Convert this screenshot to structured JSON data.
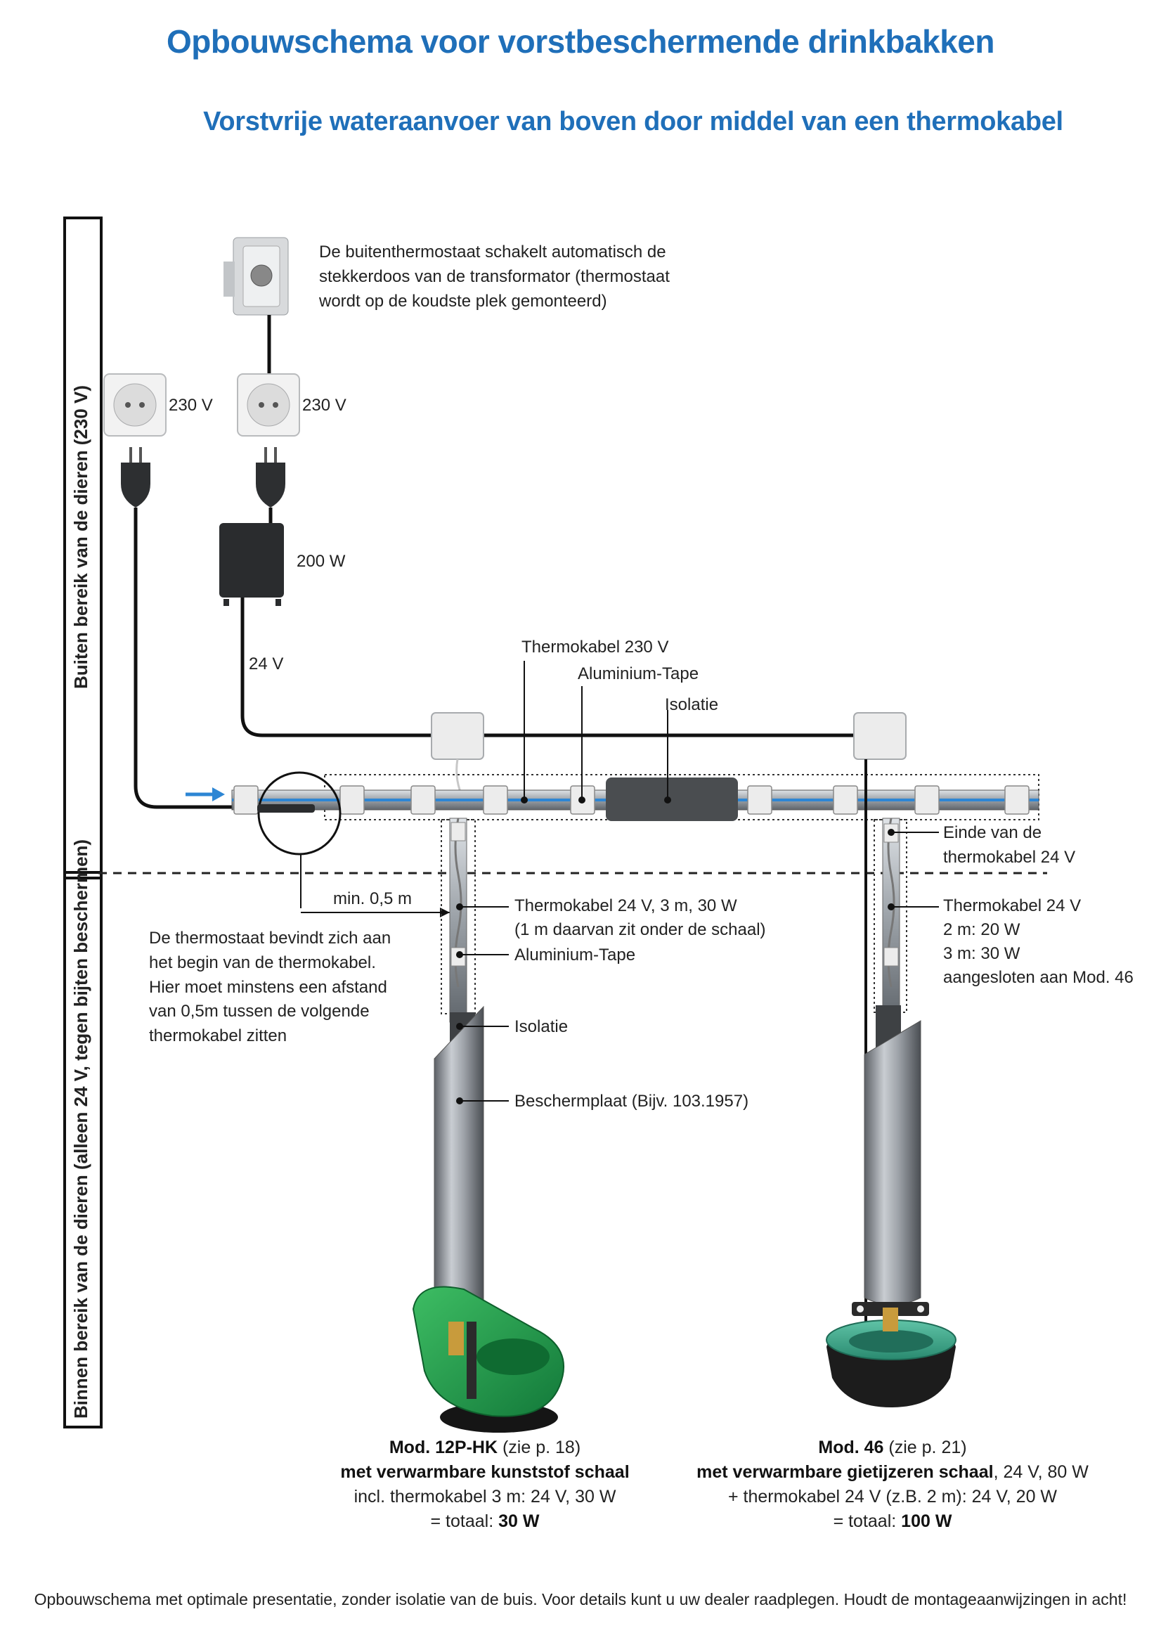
{
  "title": "Opbouwschema voor vorstbeschermende drinkbakken",
  "subtitle": "Vorstvrije wateraanvoer van boven door middel van een thermokabel",
  "zones": {
    "outside": "Buiten bereik van de dieren (230 V)",
    "inside": "Binnen bereik van de dieren (alleen 24 V, tegen bijten beschermen)"
  },
  "labels": {
    "thermostat_note": "De buitenthermostaat schakelt automatisch de stekkerdoos van de transformator (thermostaat wordt op de koudste plek gemonteerd)",
    "socket1_voltage": "230 V",
    "socket2_voltage": "230 V",
    "transformer_power": "200 W",
    "low_voltage": "24 V",
    "thermokabel_230": "Thermokabel 230 V",
    "alu_tape_top": "Aluminium-Tape",
    "isolatie_top": "Isolatie",
    "distance": "min. 0,5 m",
    "thermostat_position_note": "De thermostaat bevindt zich aan het begin van de thermokabel. Hier moet minstens een afstand van 0,5m tussen de volgende thermokabel zitten",
    "left_thermokabel": "Thermokabel 24 V, 3 m, 30 W",
    "left_thermokabel_note": "(1 m daarvan zit onder de schaal)",
    "left_alu_tape": "Aluminium-Tape",
    "left_isolatie": "Isolatie",
    "left_beschermplaat": "Beschermplaat (Bijv. 103.1957)",
    "right_end": "Einde van de thermokabel 24 V",
    "right_thermokabel": "Thermokabel 24 V",
    "right_2m": "2 m: 20 W",
    "right_3m": "3 m: 30 W",
    "right_connected": "aangesloten aan Mod. 46"
  },
  "models": [
    {
      "name": "Mod. 12P-HK",
      "ref": "(zie p. 18)",
      "line2": "met verwarmbare kunststof schaal",
      "line3": "incl. thermokabel 3 m: 24 V, 30 W",
      "total_prefix": "= totaal:",
      "total": "30 W"
    },
    {
      "name": "Mod. 46",
      "ref": "(zie p. 21)",
      "line2": "met verwarmbare gietijzeren schaal",
      "line2_suffix": ", 24 V, 80 W",
      "line3": "+ thermokabel 24 V (z.B. 2 m): 24 V, 20 W",
      "total_prefix": "= totaal:",
      "total": "100 W"
    }
  ],
  "footer": "Opbouwschema met optimale presentatie, zonder isolatie van de buis. Voor details kunt u uw dealer raadplegen. Houdt de montageaanwijzingen in acht!",
  "colors": {
    "title": "#1f6fb9",
    "water_flow": "#2d86d4",
    "bowl_left": "#1f9a47",
    "bowl_right": "#2fa589"
  }
}
